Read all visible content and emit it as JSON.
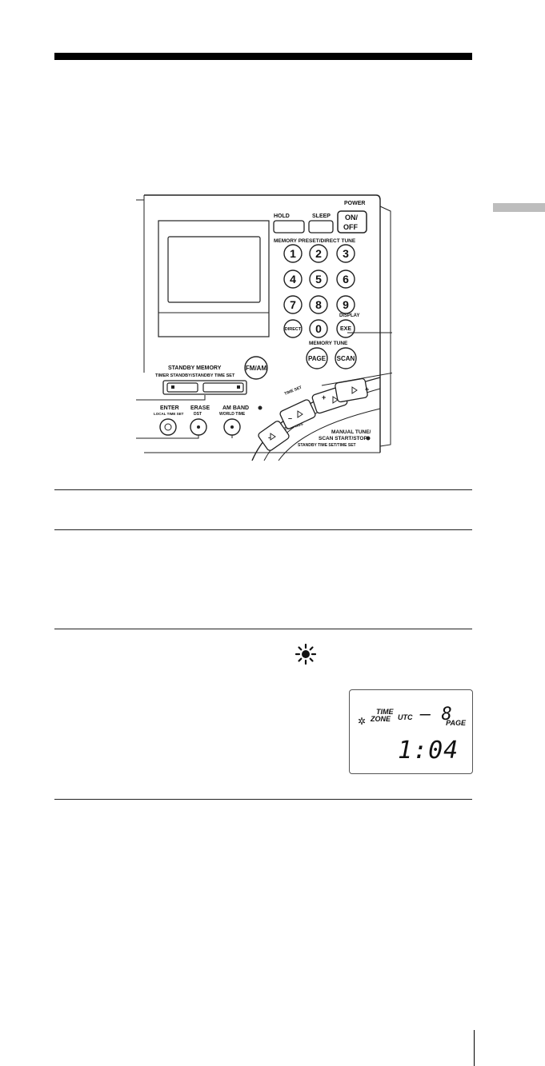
{
  "device": {
    "hold_label": "HOLD",
    "sleep_label": "SLEEP",
    "power_label": "POWER",
    "onoff_line1": "ON/",
    "onoff_line2": "OFF",
    "memory_preset_label": "MEMORY PRESET/DIRECT TUNE",
    "keys": [
      "1",
      "2",
      "3",
      "4",
      "5",
      "6",
      "7",
      "8",
      "9"
    ],
    "direct_label": "DIRECT",
    "zero_label": "0",
    "display_label": "DISPLAY",
    "exe_label": "EXE",
    "memory_tune_label": "MEMORY  TUNE",
    "page_label": "PAGE",
    "scan_label": "SCAN",
    "fmam_label": "FM/AM",
    "standby_memory_label": "STANDBY  MEMORY",
    "timer_standby_label": "TIMER  STANDBY/STANDBY TIME SET",
    "enter_label": "ENTER",
    "local_time_set_label": "LOCAL TIME SET",
    "erase_label": "ERASE",
    "dst_label": "DST",
    "am_band_label": "AM BAND",
    "world_time_label": "WORLD  TIME",
    "time_set_label": "TIME SET",
    "time_diff_label": "TIME DIFF",
    "manual_tune_label": "MANUAL TUNE/",
    "scan_startstop_label": "SCAN START/STOP",
    "standby_time_set_label": "STANDBY  TIME  SET/TIME  SET",
    "minus": "–",
    "plus": "+"
  },
  "lcd": {
    "time_label": "TIME",
    "zone_label": "ZONE",
    "utc_label": "UTC",
    "offset": "– 8",
    "page_label": "PAGE",
    "time": "1:04"
  },
  "icons": {
    "sun": "sun-icon"
  }
}
